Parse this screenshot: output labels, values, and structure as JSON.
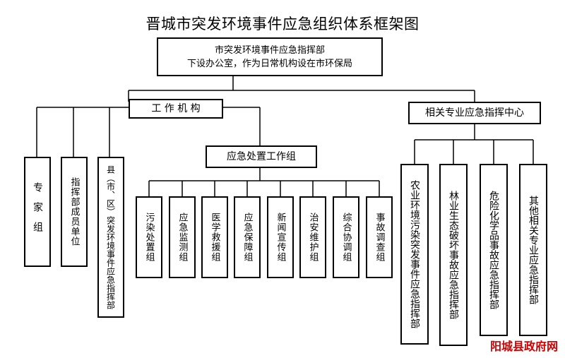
{
  "title": "晋城市突发环境事件应急组织体系框架图",
  "root": {
    "line1": "市突发环境事件应急指挥部",
    "line2": "下设办公室，作为日常机构设在市环保局"
  },
  "work_org": {
    "label": "工 作 机 构",
    "members": [
      "专家组",
      "指挥部成员单位",
      "县（市、区）突发环境事件应急指挥部"
    ]
  },
  "response_group": {
    "label": "应急处置工作组",
    "teams": [
      "污染处置组",
      "应急监测组",
      "医学救援组",
      "应急保障组",
      "新闻宣传组",
      "治安维护组",
      "综合协调组",
      "事故调查组"
    ]
  },
  "center": {
    "label": "相关专业应急指挥中心",
    "children": [
      "农业环境污染突发事件应急指挥部",
      "林业生态破坏事故应急指挥部",
      "危险化学品事故应急指挥部",
      "其他相关专业应急指挥部"
    ]
  },
  "watermark": "阳城县政府网",
  "colors": {
    "line": "#000000",
    "watermark": "#d00000"
  }
}
